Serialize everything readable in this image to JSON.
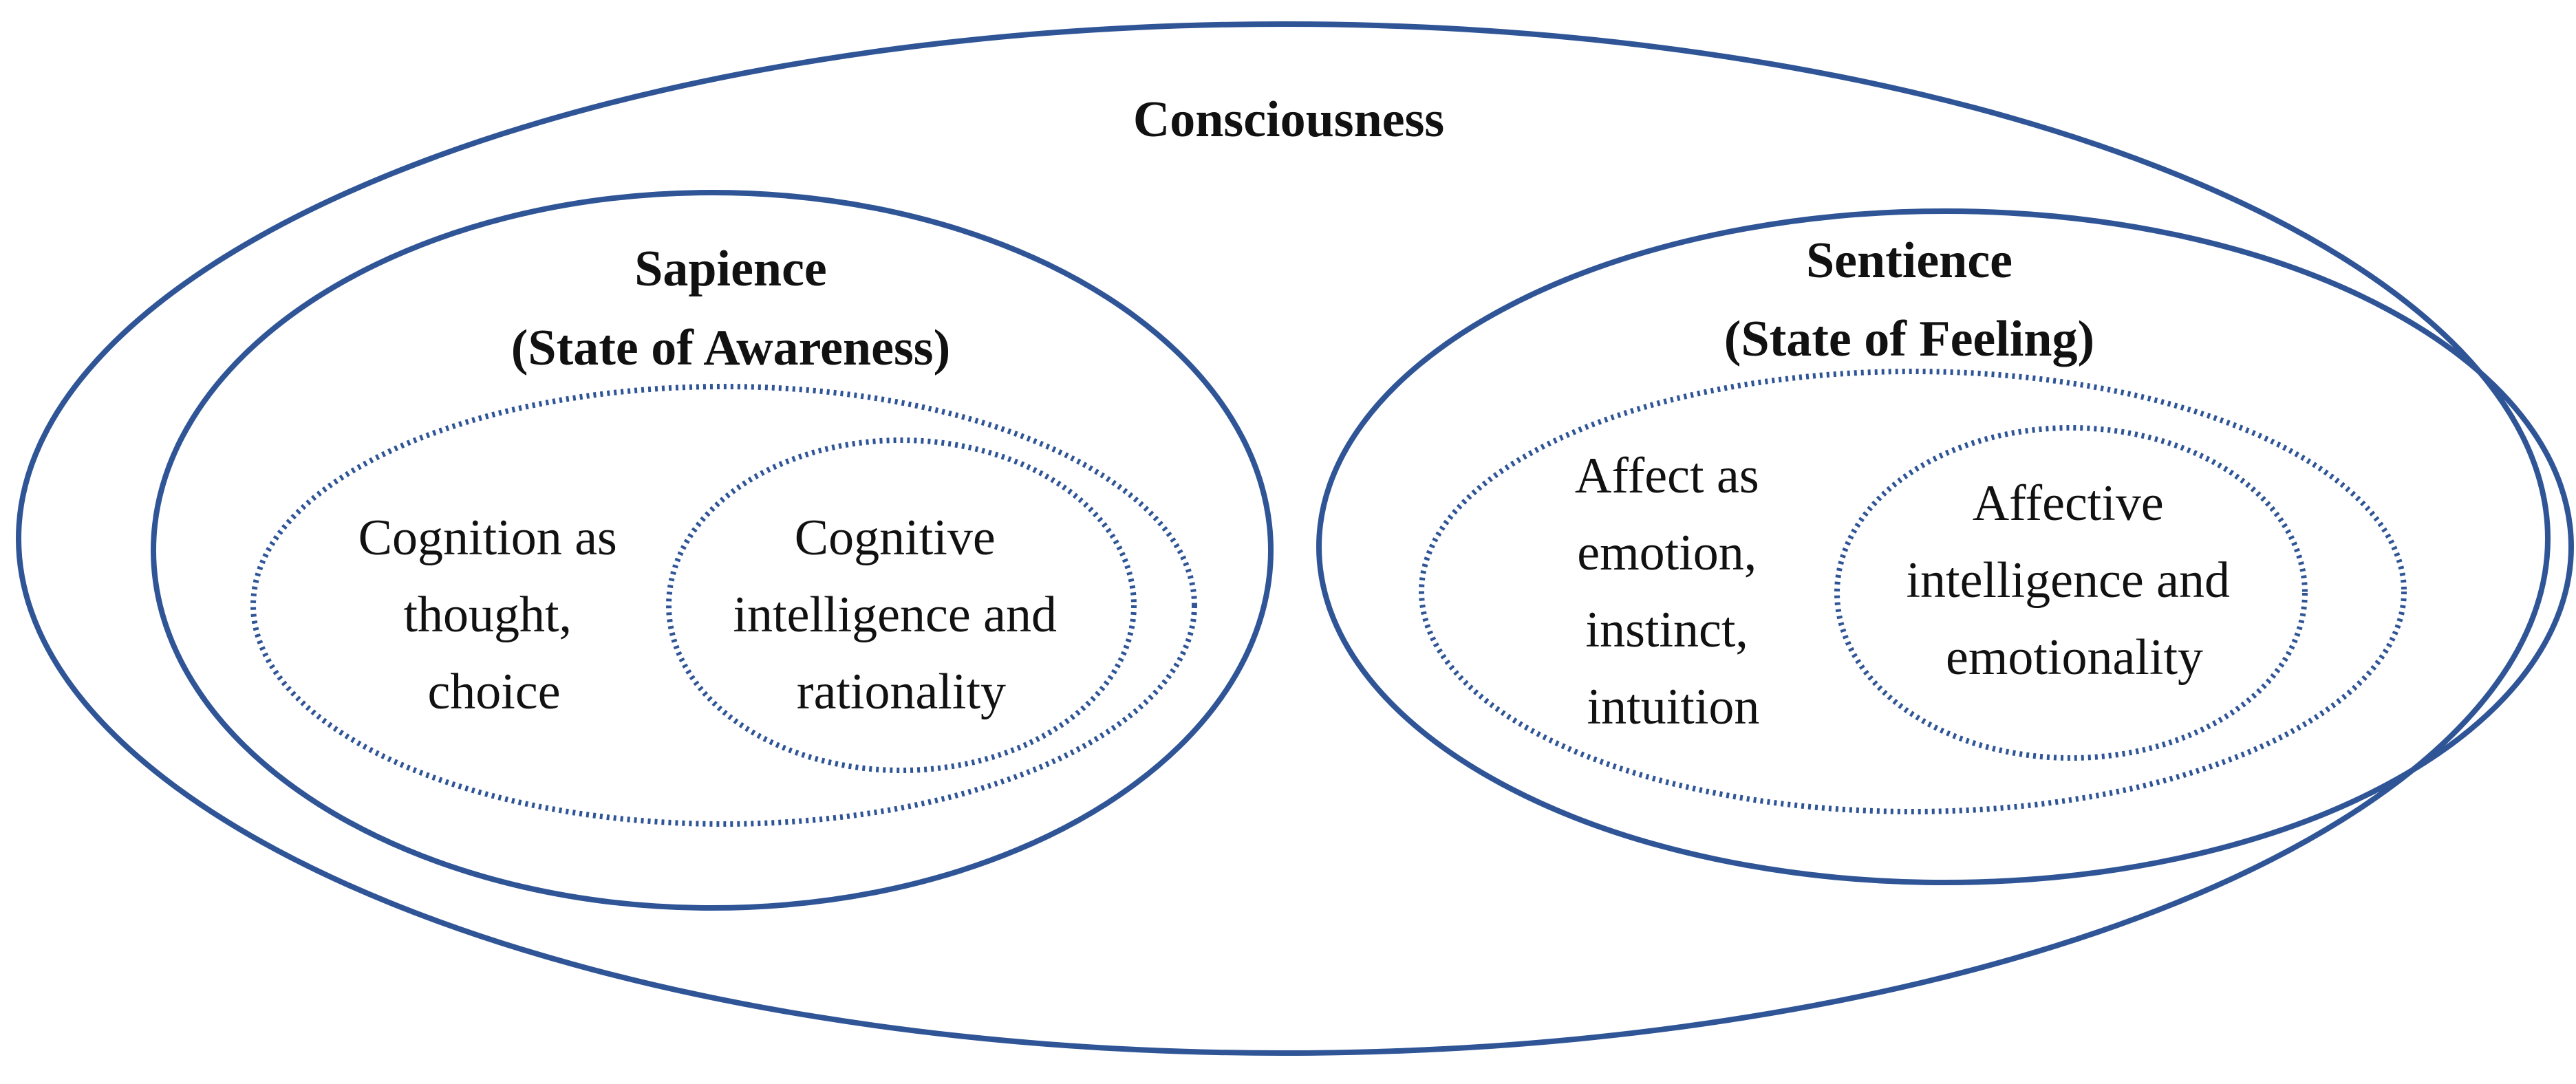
{
  "colors": {
    "ellipse_stroke": "#2f5597",
    "text": "#111111",
    "background": "#ffffff"
  },
  "consciousness": {
    "title": "Consciousness"
  },
  "sapience": {
    "title": "Sapience",
    "subtitle": "(State of Awareness)",
    "cognition": {
      "lines": [
        "Cognition as",
        "thought,",
        "choice"
      ]
    },
    "cognitive_intelligence": {
      "lines": [
        "Cognitive",
        "intelligence and",
        "rationality"
      ]
    }
  },
  "sentience": {
    "title": "Sentience",
    "subtitle": "(State of Feeling)",
    "affect": {
      "lines": [
        "Affect as",
        "emotion,",
        "instinct,",
        "intuition"
      ]
    },
    "affective_intelligence": {
      "lines": [
        "Affective",
        "intelligence and",
        "emotionality"
      ]
    }
  }
}
